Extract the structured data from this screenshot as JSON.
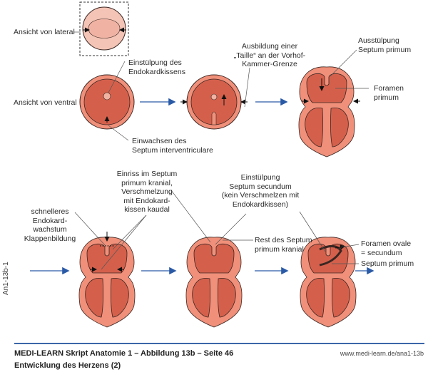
{
  "labels": {
    "lateral": "Ansicht von lateral",
    "ventral": "Ansicht von ventral",
    "einstuelpung_endokard": [
      "Einstülpung des",
      "Endokardkissens"
    ],
    "einwachsen": [
      "Einwachsen des",
      "Septum interventriculare"
    ],
    "taille": [
      "Ausbildung einer",
      "„Taille“ an der Vorhof-",
      "Kammer-Grenze"
    ],
    "ausstuelpung": [
      "Ausstülpung",
      "Septum primum"
    ],
    "foramen_primum": [
      "Foramen",
      "primum"
    ],
    "einriss": [
      "Einriss im Septum",
      "primum kranial,",
      "Verschmelzung",
      "mit Endokard-",
      "kissen kaudal"
    ],
    "einstuelpung_secundum": [
      "Einstülpung",
      "Septum secundum",
      "(kein Verschmelzen mit",
      "Endokardkissen)"
    ],
    "schnelleres": [
      "schnelleres",
      "Endokard-",
      "wachstum",
      "Klappenbildung"
    ],
    "rest": [
      "Rest des Septum",
      "primum kranial"
    ],
    "foramen_ovale": [
      "Foramen ovale",
      "= secundum"
    ],
    "septum_primum": "Septum primum",
    "side_code": "An1-13b-1"
  },
  "footer": {
    "title": "MEDI-LEARN Skript Anatomie 1 – Abbildung 13b – Seite 46",
    "subtitle": "Entwicklung des Herzens (2)",
    "url": "www.medi-learn.de/ana1-13b"
  },
  "colors": {
    "outer": "#f0907a",
    "inner": "#d4604c",
    "outline": "#3a2622",
    "arrow_blue": "#2a5aa6",
    "rule": "#3b66a8"
  }
}
